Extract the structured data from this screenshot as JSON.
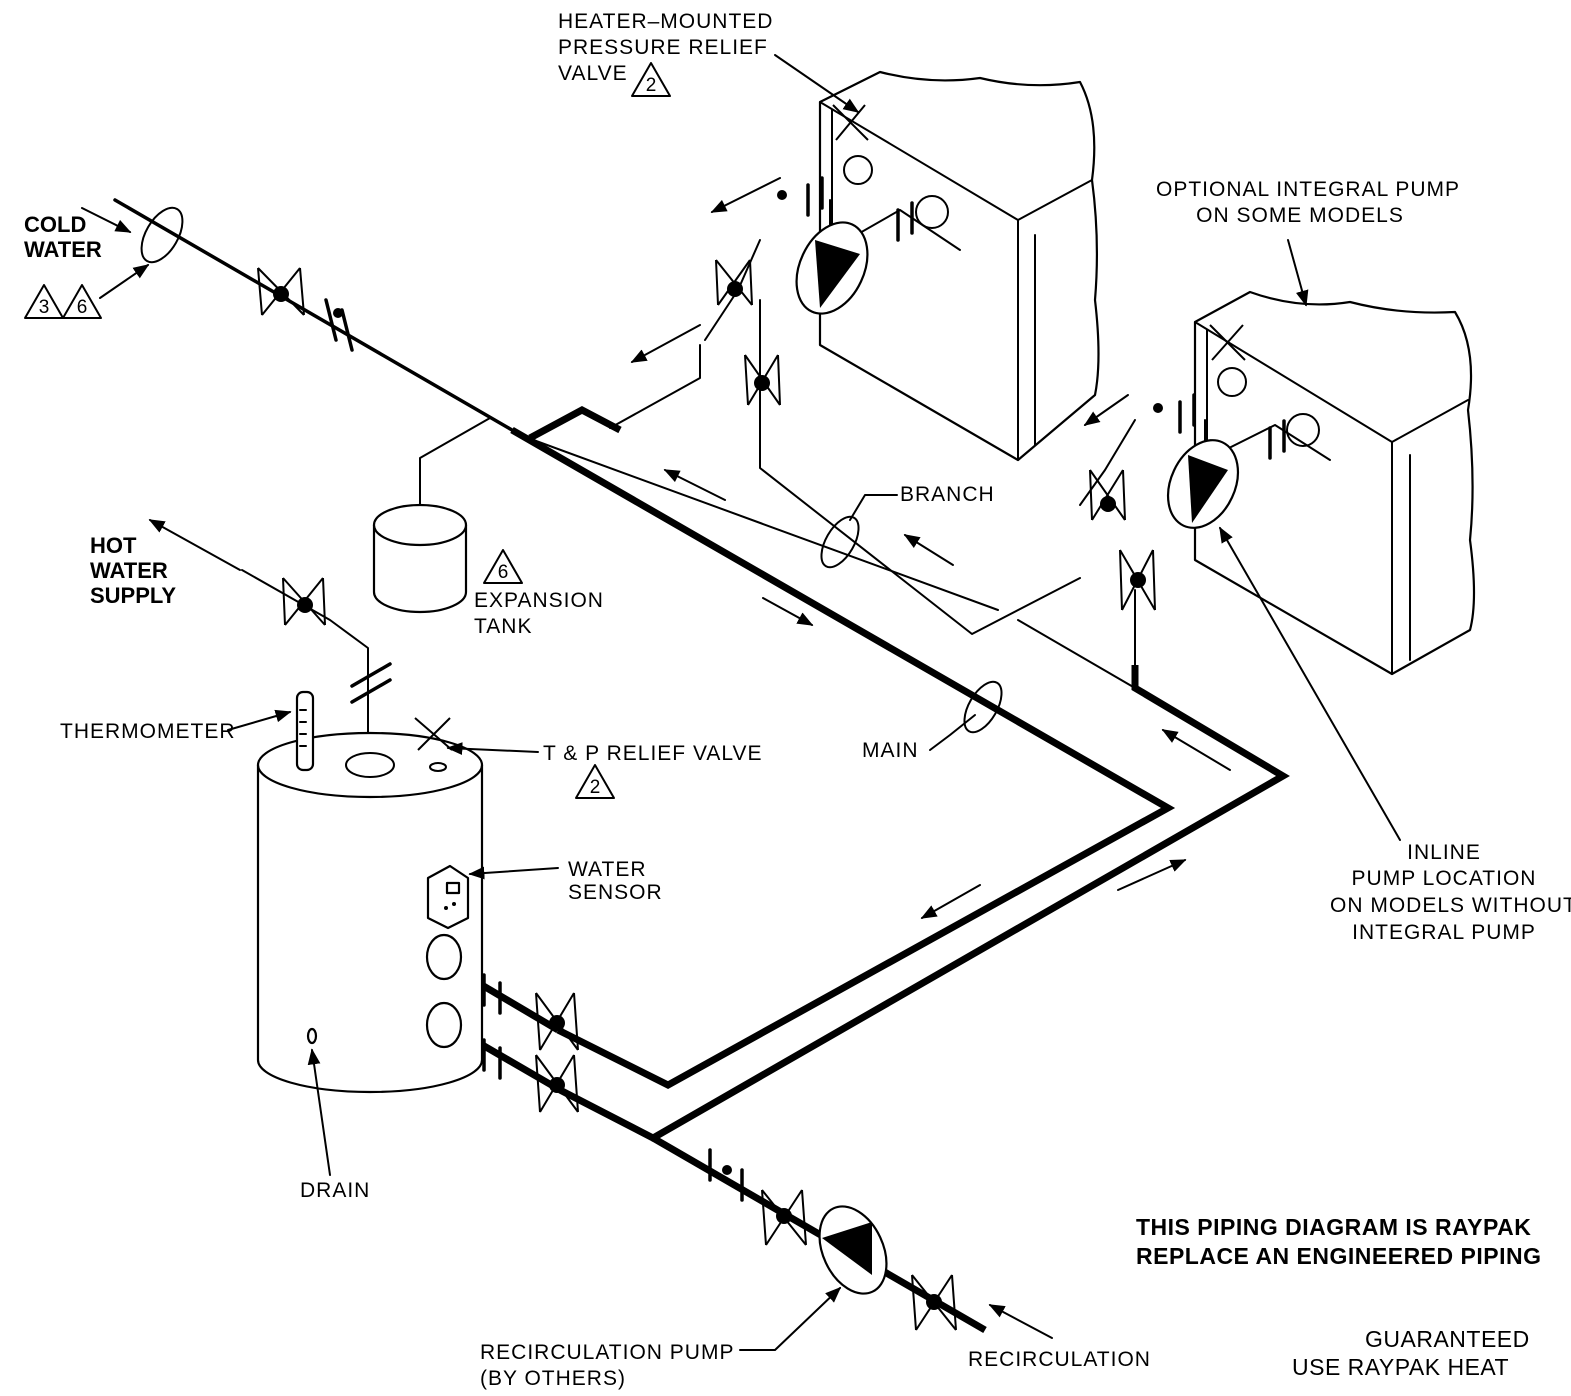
{
  "labels": {
    "cold_water": [
      "COLD",
      "WATER"
    ],
    "hot_water_supply": [
      "HOT",
      "WATER",
      "SUPPLY"
    ],
    "heater_mounted_prv": [
      "HEATER–MOUNTED",
      "PRESSURE  RELIEF",
      "VALVE"
    ],
    "optional_integral_pump": [
      "OPTIONAL  INTEGRAL  PUMP",
      "ON  SOME  MODELS"
    ],
    "branch": "BRANCH",
    "expansion_tank": [
      "EXPANSION",
      "TANK"
    ],
    "thermometer": "THERMOMETER",
    "tp_relief_valve": "T  &  P  RELIEF  VALVE",
    "main": "MAIN",
    "water_sensor": [
      "WATER",
      "SENSOR"
    ],
    "drain": "DRAIN",
    "inline_pump": [
      "INLINE",
      "PUMP  LOCATION",
      "ON  MODELS  WITHOUT",
      "INTEGRAL  PUMP"
    ],
    "recirculation_pump": [
      "RECIRCULATION  PUMP",
      "(BY  OTHERS)"
    ],
    "recirculation": "RECIRCULATION"
  },
  "note_refs": {
    "cold_water_a": "3",
    "cold_water_b": "6",
    "heater_prv": "2",
    "expansion_tank": "6",
    "tp_relief": "2"
  },
  "disclaimer": [
    "THIS  PIPING  DIAGRAM  IS  RAYPAK",
    "REPLACE  AN  ENGINEERED  PIPING"
  ],
  "footer": [
    "GUARANTEED",
    "USE  RAYPAK  HEAT"
  ]
}
